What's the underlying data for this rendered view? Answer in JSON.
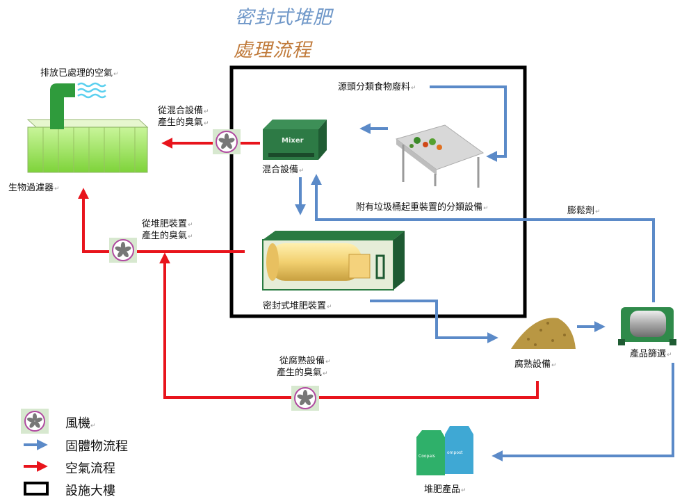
{
  "title": {
    "line1": "密封式堆肥",
    "line2": "處理流程"
  },
  "labels": {
    "exhaust": "排放已處理的空氣",
    "biofilter": "生物過濾器",
    "mixer_odor_1": "從混合設備",
    "mixer_odor_2": "產生的臭氣",
    "composter_odor_1": "從堆肥裝置",
    "composter_odor_2": "產生的臭氣",
    "curing_odor_1": "從腐熟設備",
    "curing_odor_2": "產生的臭氣",
    "source": "源頭分類食物廢料",
    "mixer": "混合設備",
    "mixer_text": "Mixer",
    "sorting": "附有垃圾桶起重裝置的分類設備",
    "bulking": "膨鬆劑",
    "composter": "密封式堆肥裝置",
    "curing": "腐熟設備",
    "screening": "產品篩選",
    "product": "堆肥產品",
    "bag1": "Coopais",
    "bag2": "ompost"
  },
  "legend": {
    "fan": "風機",
    "solid": "固體物流程",
    "air": "空氣流程",
    "building": "設施大樓"
  },
  "colors": {
    "solid_flow": "#5b8ac8",
    "air_flow": "#e8141c",
    "building": "#000000",
    "title_blue": "#6f97c8",
    "title_orange": "#c07a3a"
  }
}
